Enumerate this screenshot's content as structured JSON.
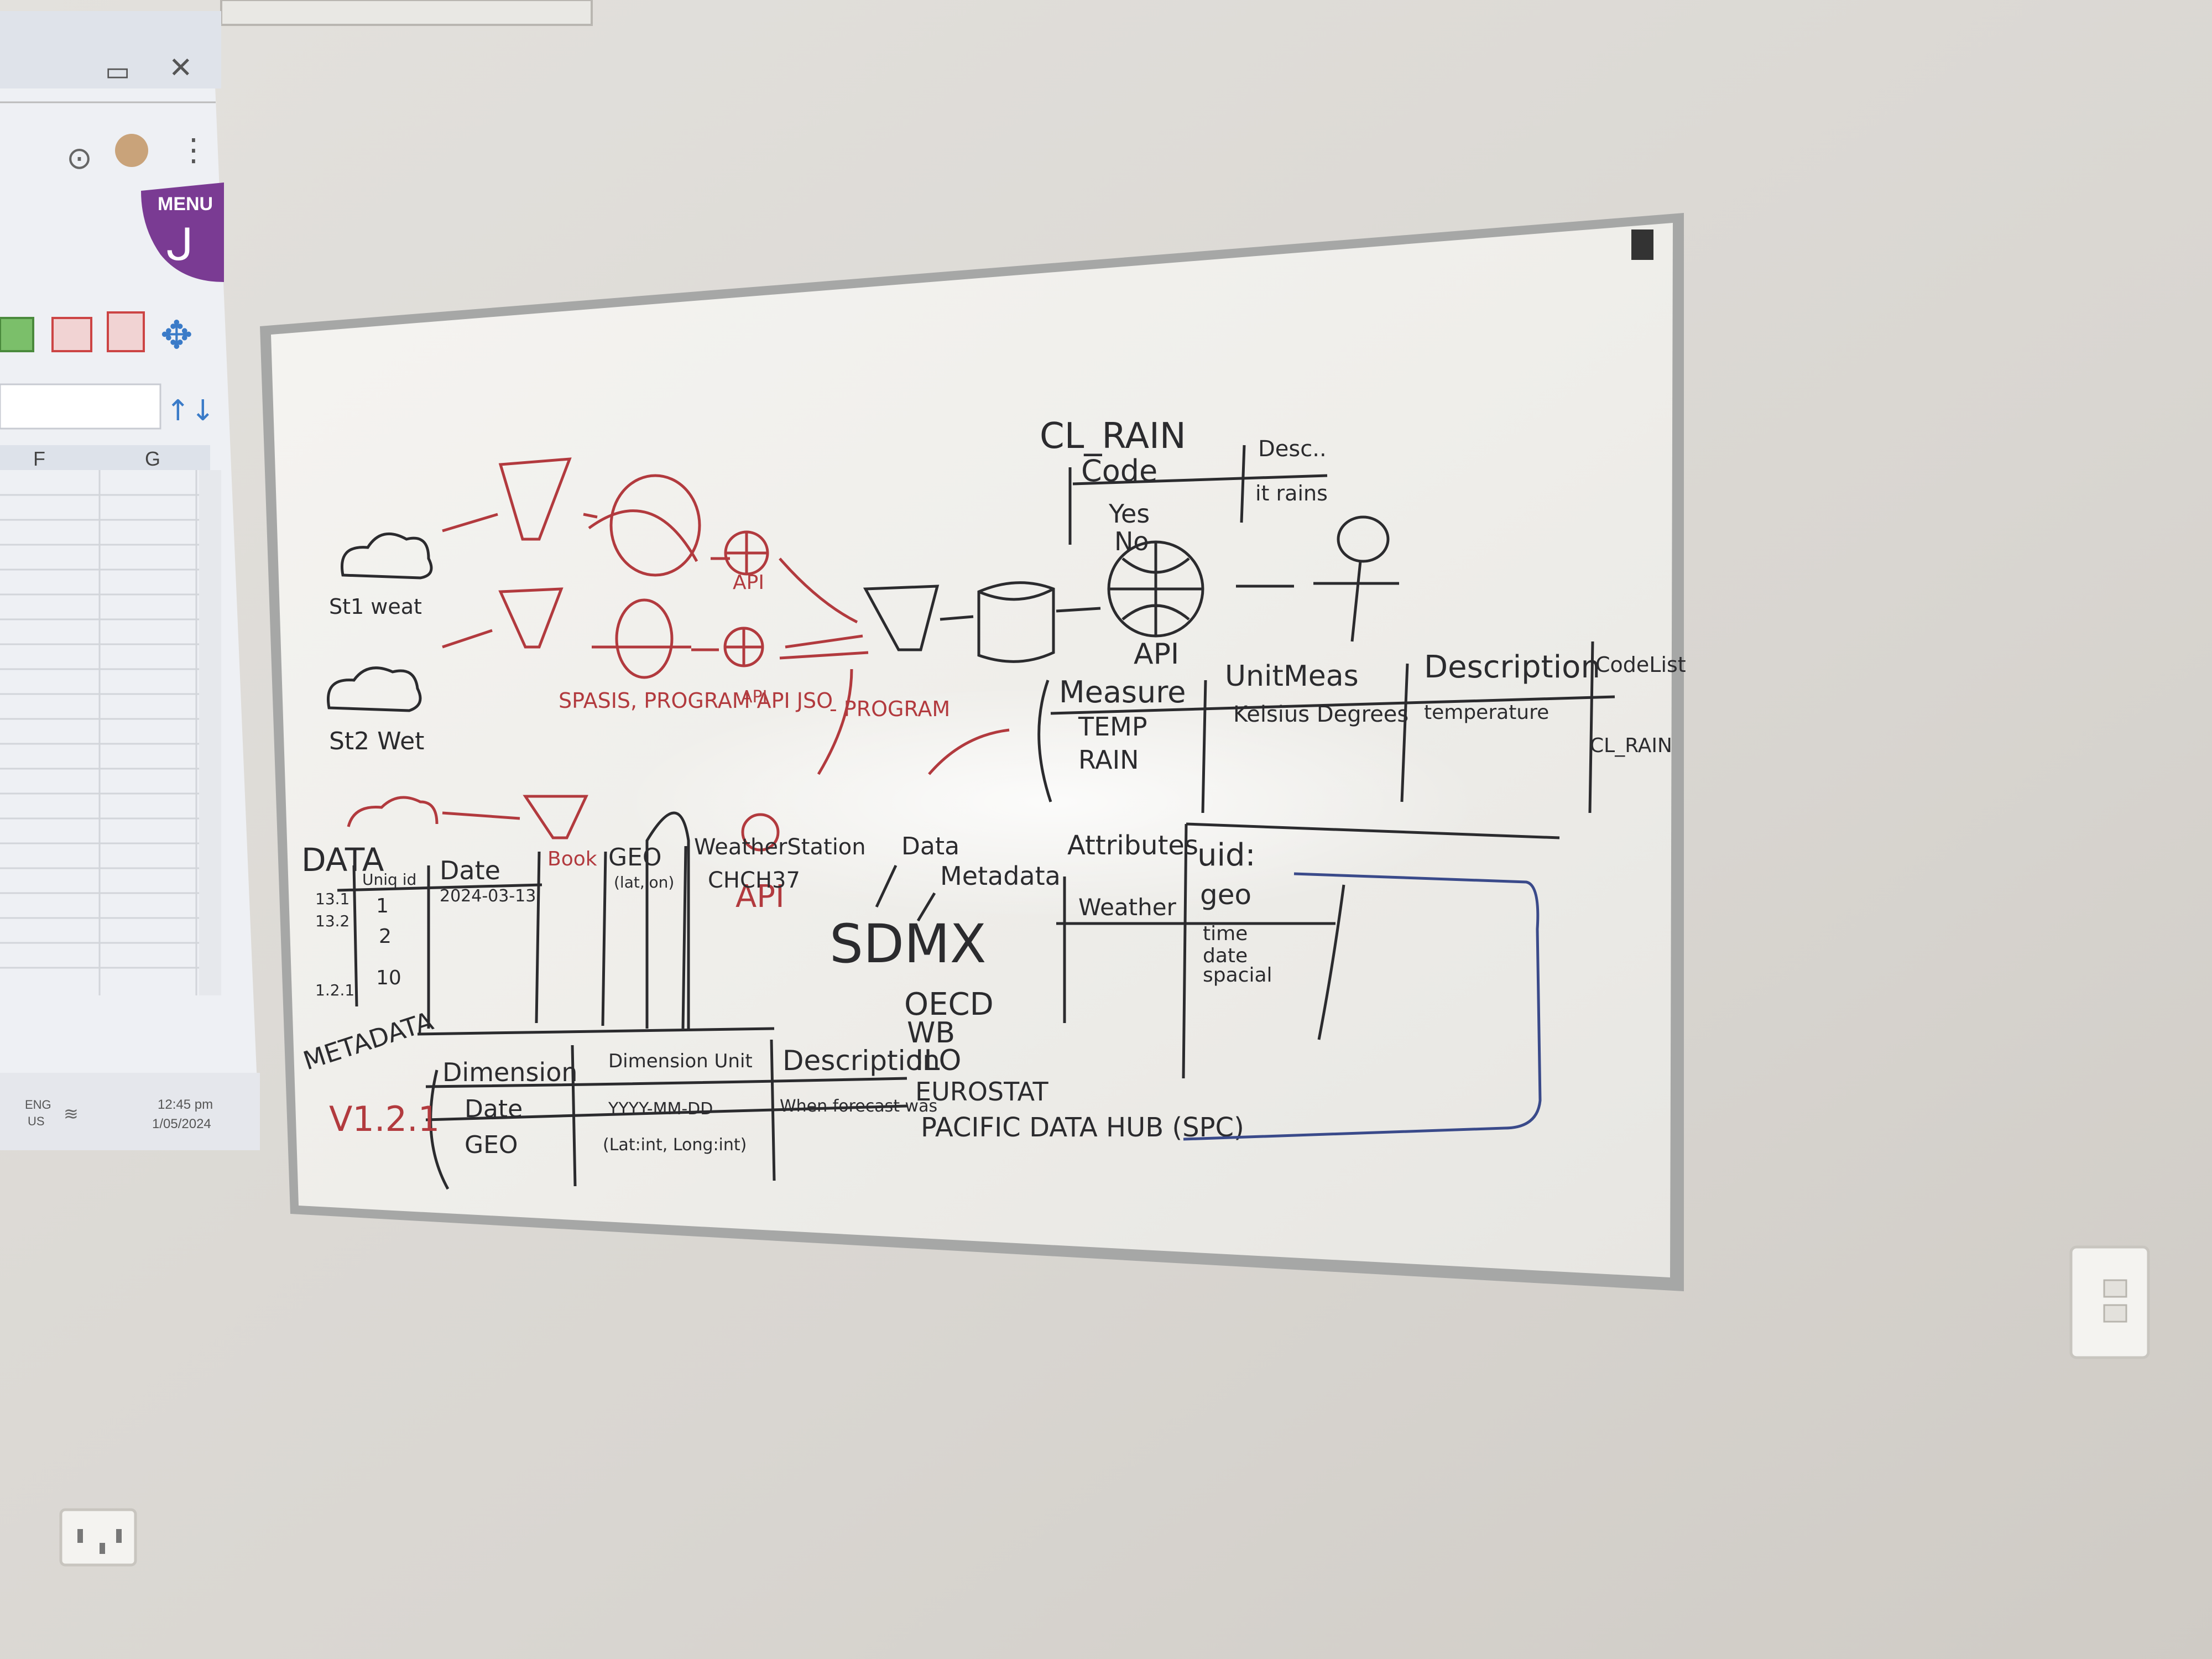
{
  "projection": {
    "menu_label": "MENU",
    "columns": [
      "F",
      "G"
    ],
    "taskbar": {
      "language": "ENG",
      "region": "US",
      "time": "12:45 pm",
      "date": "1/05/2024"
    }
  },
  "whiteboard": {
    "codelist": {
      "title": "CL_RAIN",
      "col_code": "Code",
      "col_desc": "Desc..",
      "desc_value": "it rains",
      "rows": [
        "Yes",
        "No"
      ]
    },
    "sources": [
      {
        "label": "St1 weat"
      },
      {
        "label": "St2 Wet"
      }
    ],
    "labels": {
      "api_1": "API",
      "api_2": "API",
      "api_big": "API",
      "api_station": "API",
      "red_note": "SPASIS, PROGRAM API JSO",
      "program": "- PROGRAM",
      "data": "Data",
      "metadata_arrow": "Metadata",
      "sdmx": "SDMX"
    },
    "sdmx_orgs": [
      "OECD",
      "WB",
      "ILO",
      "EUROSTAT",
      "PACIFIC DATA HUB (SPC)"
    ],
    "data_table": {
      "title": "DATA",
      "headers": [
        "Uniq id",
        "Date",
        "Book",
        "GEO",
        "WeatherStation"
      ],
      "left_numbers": [
        "13.1",
        "13.2",
        "1.2.1"
      ],
      "uniq_values": [
        "1",
        "2",
        "10"
      ],
      "date_value": "2024-03-13",
      "geo_value": "(lat,lon)",
      "station_value": "CHCH37"
    },
    "metadata_table": {
      "title": "METADATA",
      "version": "V1.2.1",
      "headers": [
        "Dimension",
        "Dimension Unit",
        "Description"
      ],
      "rows": [
        [
          "Date",
          "YYYY-MM-DD",
          "When forecast was"
        ],
        [
          "GEO",
          "(Lat:int, Long:int)",
          ""
        ]
      ]
    },
    "measure_table": {
      "headers": [
        "Measure",
        "UnitMeas",
        "Description",
        "CodeList"
      ],
      "rows": [
        [
          "TEMP",
          "Kelsius Degrees",
          "temperature",
          ""
        ],
        [
          "RAIN",
          "",
          "",
          "CL_RAIN"
        ]
      ]
    },
    "attribute_table": {
      "header": "Attributes",
      "row_label": "Weather",
      "uid": "uid:",
      "items": [
        "geo",
        "time",
        "date",
        "spacial"
      ]
    }
  },
  "colors": {
    "wall": "#d9d6d1",
    "board": "#f2f1ed",
    "frame": "#a6a7a6",
    "black_ink": "#2b2b2e",
    "red_ink": "#b23a3e",
    "blue_ink": "#3a4a8a",
    "menu_purple": "#7a3b93"
  }
}
